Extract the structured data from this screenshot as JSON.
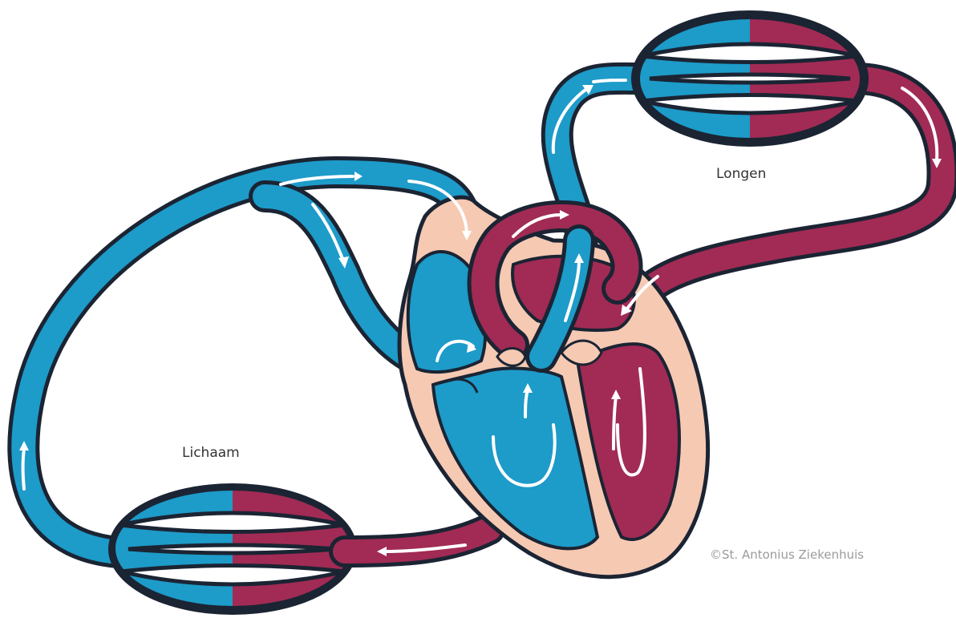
{
  "labels": {
    "lungs": "Longen",
    "body": "Lichaam",
    "credit": "©St. Antonius Ziekenhuis"
  },
  "colors": {
    "deoxygenated": "#1d9bc9",
    "oxygenated": "#a12b54",
    "heart_tissue": "#f6c9b3",
    "outline": "#1b2433",
    "arrow": "#ffffff"
  }
}
